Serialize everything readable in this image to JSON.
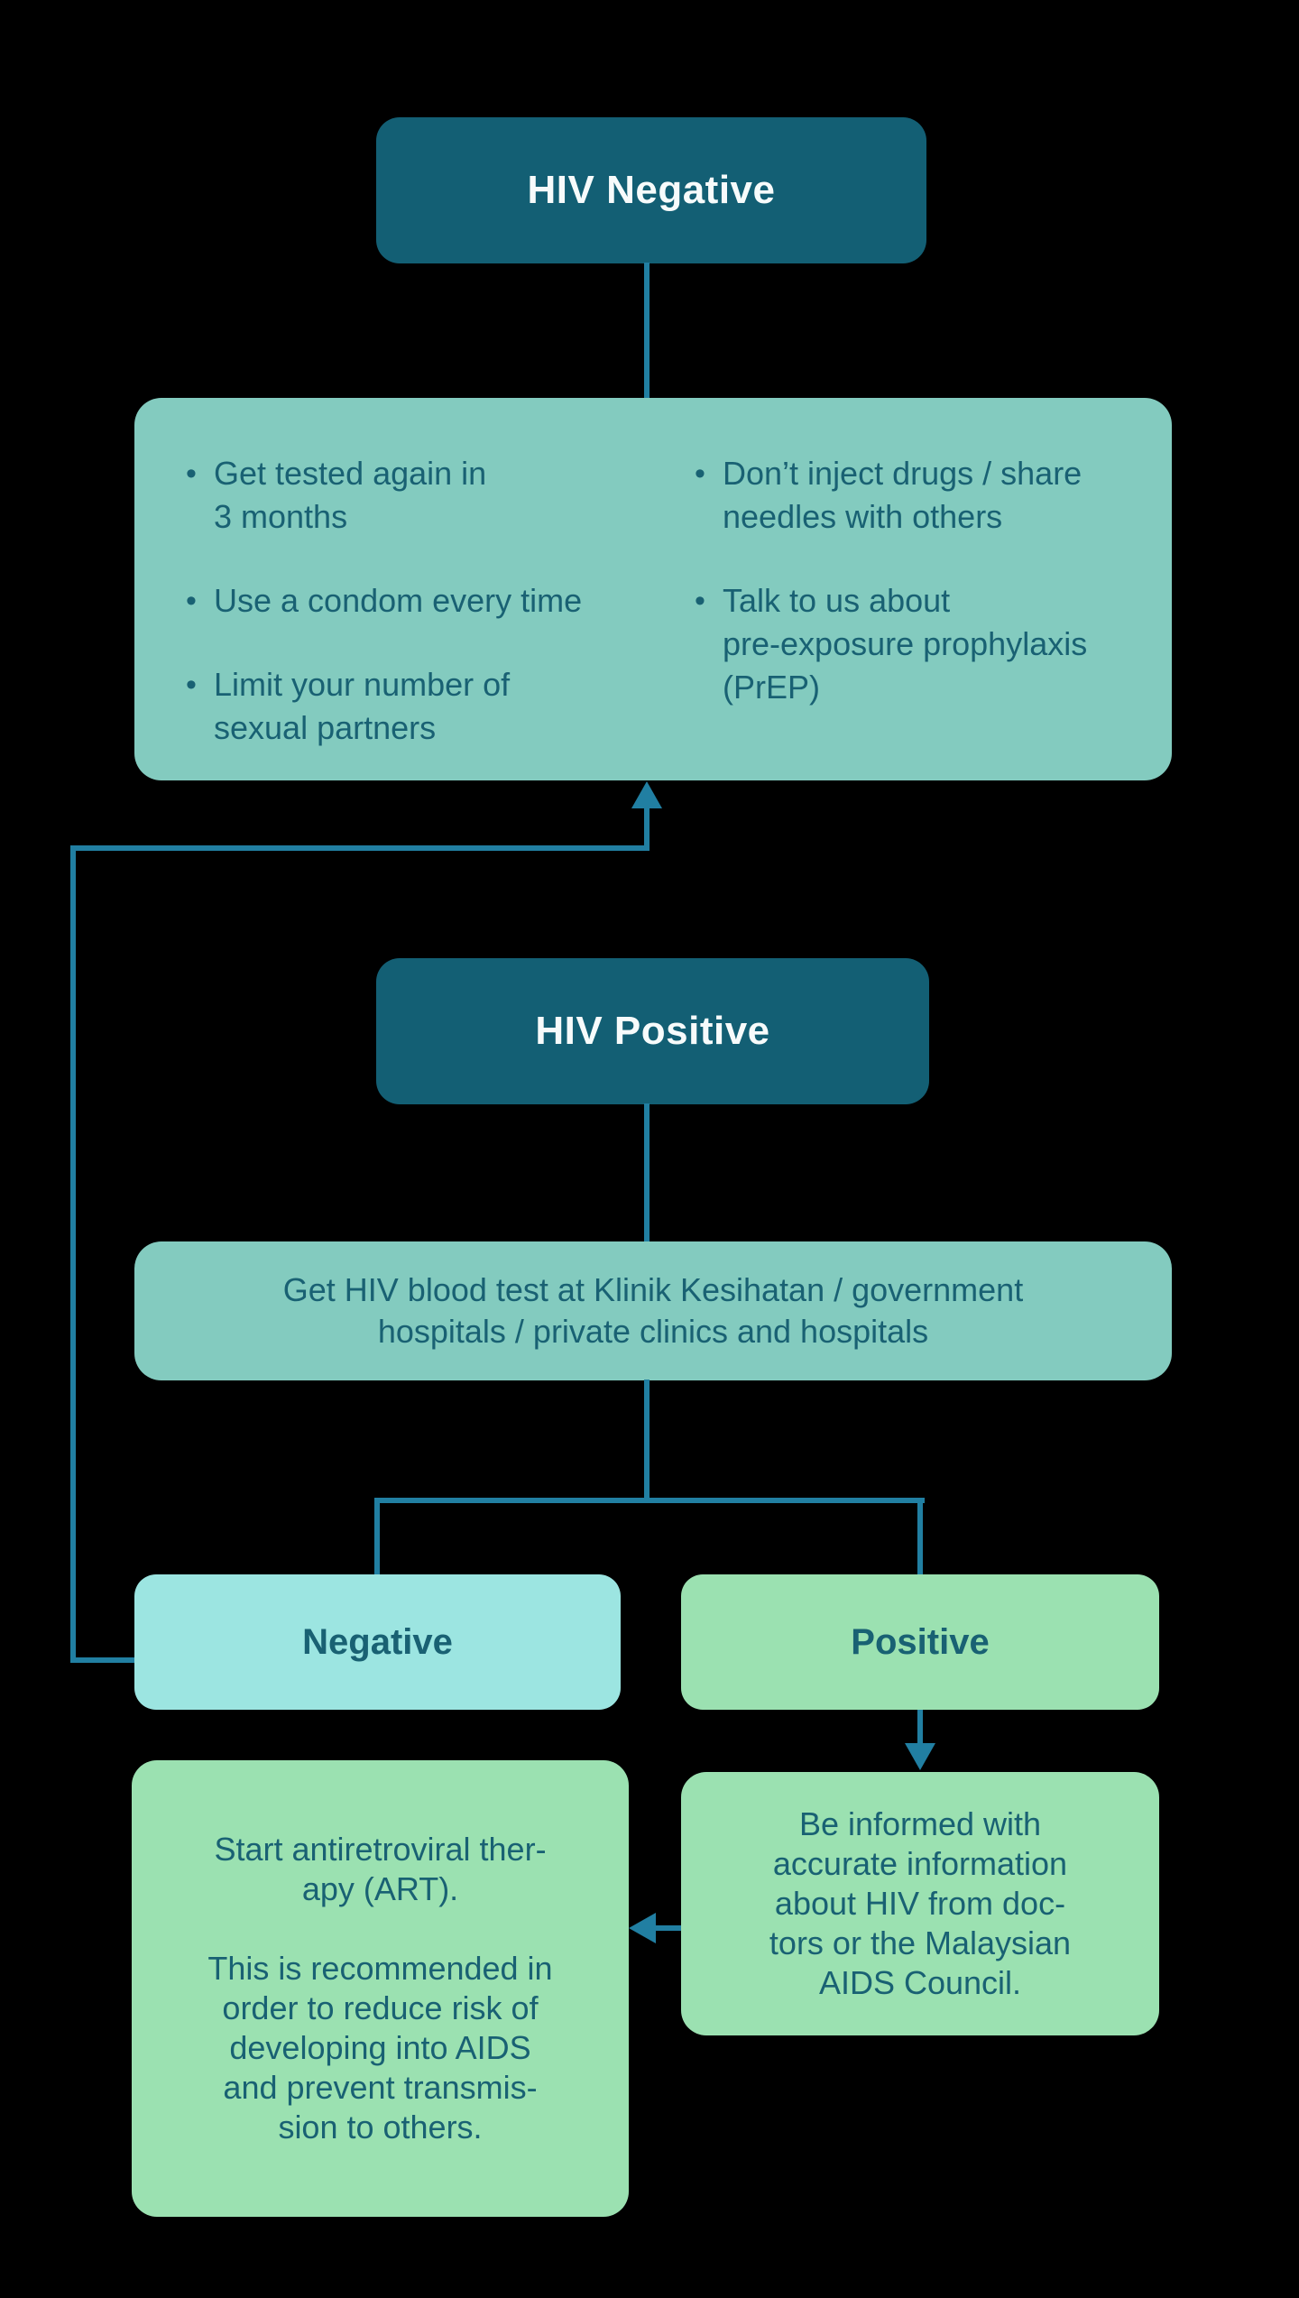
{
  "colors": {
    "background": "#000000",
    "dark_node": "#135f74",
    "teal_node": "#83cbbf",
    "cyan_node": "#9ce5e1",
    "green_node": "#9be1b1",
    "connector": "#217fa2",
    "node_text": "#196173",
    "dark_node_text": "#f7fbfb"
  },
  "ui": {
    "bullet_glyph": "•"
  },
  "nodes": {
    "hiv_negative": {
      "label": "HIV Negative"
    },
    "advice": {
      "left_items": [
        "Get tested again in\n3 months",
        "Use a condom every time",
        "Limit your number of\nsexual partners"
      ],
      "right_items": [
        "Don’t inject drugs / share\nneedles with others",
        "Talk to us about\npre-exposure prophylaxis\n(PrEP)"
      ]
    },
    "hiv_positive": {
      "label": "HIV Positive"
    },
    "blood_test": {
      "text": "Get HIV blood test at Klinik Kesihatan / government\nhospitals / private clinics and hospitals"
    },
    "result_negative": {
      "label": "Negative"
    },
    "result_positive": {
      "label": "Positive"
    },
    "be_informed": {
      "text": "Be informed with\naccurate information\nabout HIV from doc-\ntors or the Malaysian\nAIDS Council."
    },
    "start_art": {
      "text": "Start antiretroviral ther-\napy (ART).\n\nThis is recommended in\norder to reduce risk of\ndeveloping into AIDS\nand prevent transmis-\nsion to others."
    }
  }
}
